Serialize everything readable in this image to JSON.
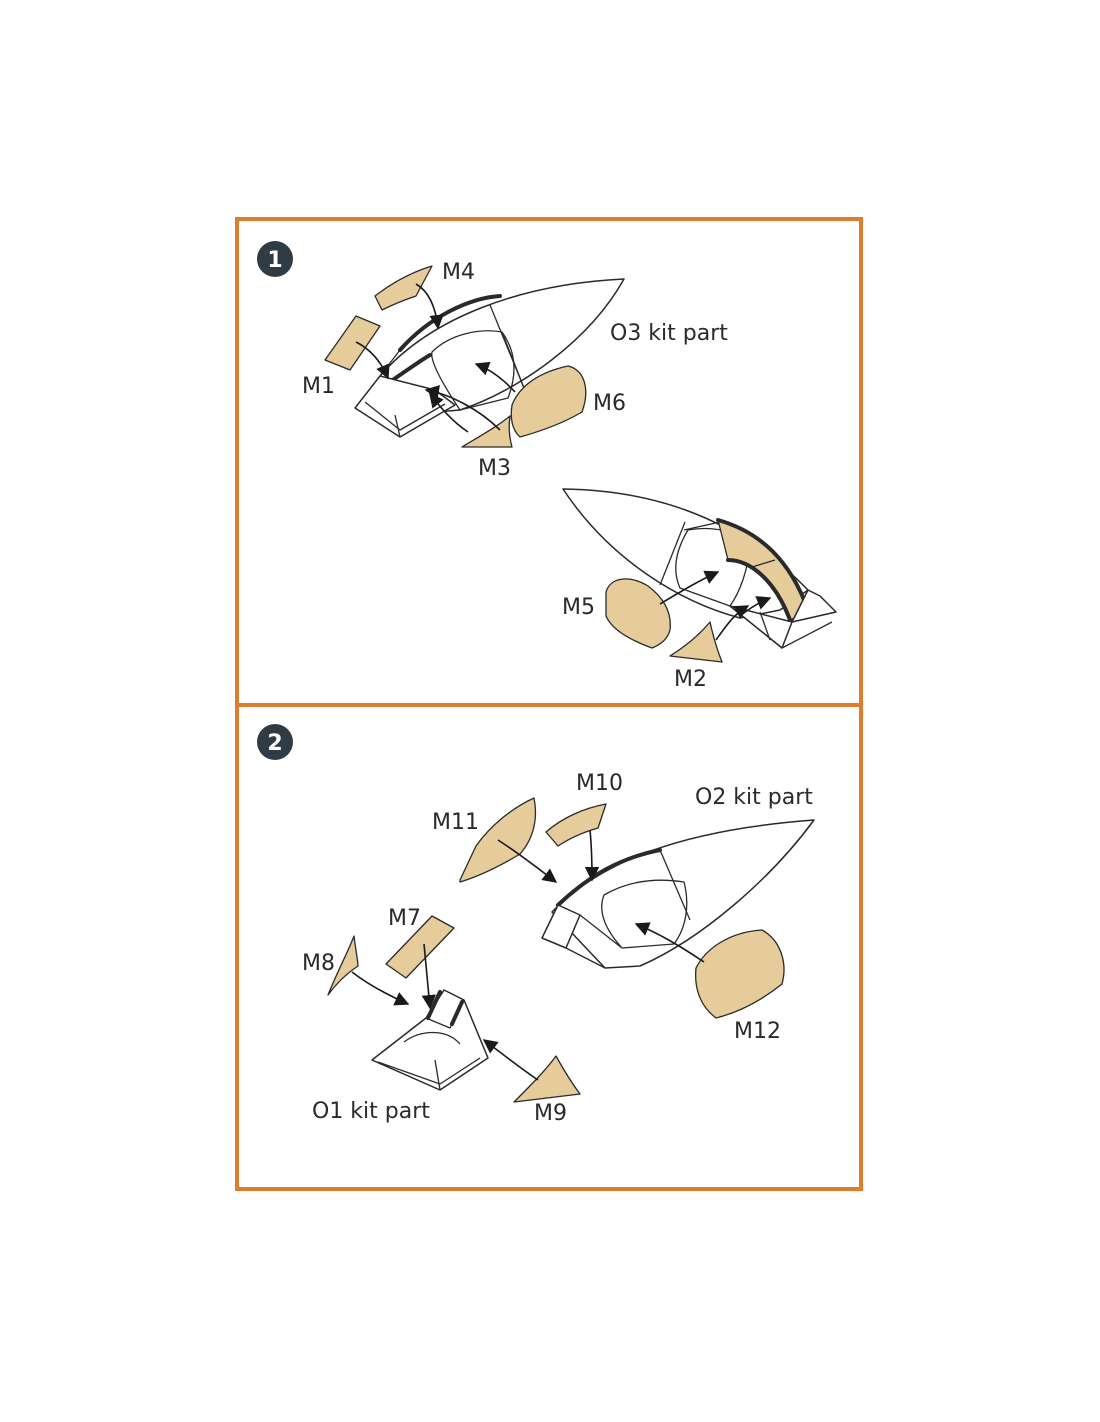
{
  "colors": {
    "frame": "#e07d2c",
    "step_badge": "#2f3b45",
    "mask_fill": "#e6cc9a",
    "line": "#2a2a2a"
  },
  "steps": [
    {
      "number": "1",
      "labels": {
        "m4": "M4",
        "kit_part": "O3 kit part",
        "m1": "M1",
        "m6": "M6",
        "m3": "M3",
        "m5": "M5",
        "m2": "M2"
      }
    },
    {
      "number": "2",
      "labels": {
        "m10": "M10",
        "kit_part_o2": "O2 kit part",
        "m11": "M11",
        "m7": "M7",
        "m8": "M8",
        "m12": "M12",
        "m9": "M9",
        "kit_part_o1": "O1 kit part"
      }
    }
  ]
}
